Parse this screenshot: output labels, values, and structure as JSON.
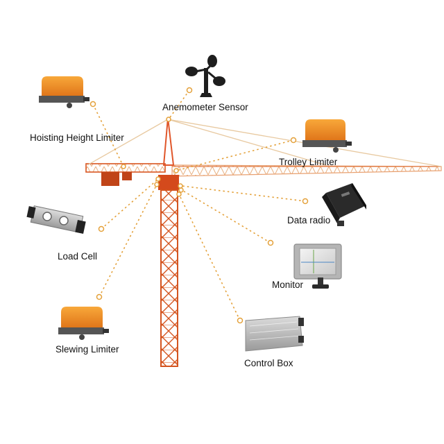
{
  "diagram": {
    "components": [
      {
        "id": "anemometer",
        "label": "Anemometer Sensor",
        "icon": "anemometer-icon"
      },
      {
        "id": "hoist",
        "label": "Hoisting Height Limiter",
        "icon": "limiter-box-icon"
      },
      {
        "id": "trolley",
        "label": "Trolley Limiter",
        "icon": "limiter-box-icon"
      },
      {
        "id": "radio",
        "label": "Data radio",
        "icon": "data-radio-icon"
      },
      {
        "id": "loadcell",
        "label": "Load Cell",
        "icon": "load-cell-icon"
      },
      {
        "id": "monitor",
        "label": "Monitor",
        "icon": "monitor-icon"
      },
      {
        "id": "slewing",
        "label": "Slewing Limiter",
        "icon": "limiter-box-icon"
      },
      {
        "id": "control",
        "label": "Control Box",
        "icon": "control-box-icon"
      }
    ],
    "colors": {
      "crane": "#e0562a",
      "limiter": "#f08a1c",
      "connector": "#e0a030",
      "device_dark": "#262626",
      "steel": "#b8b8b8"
    }
  }
}
